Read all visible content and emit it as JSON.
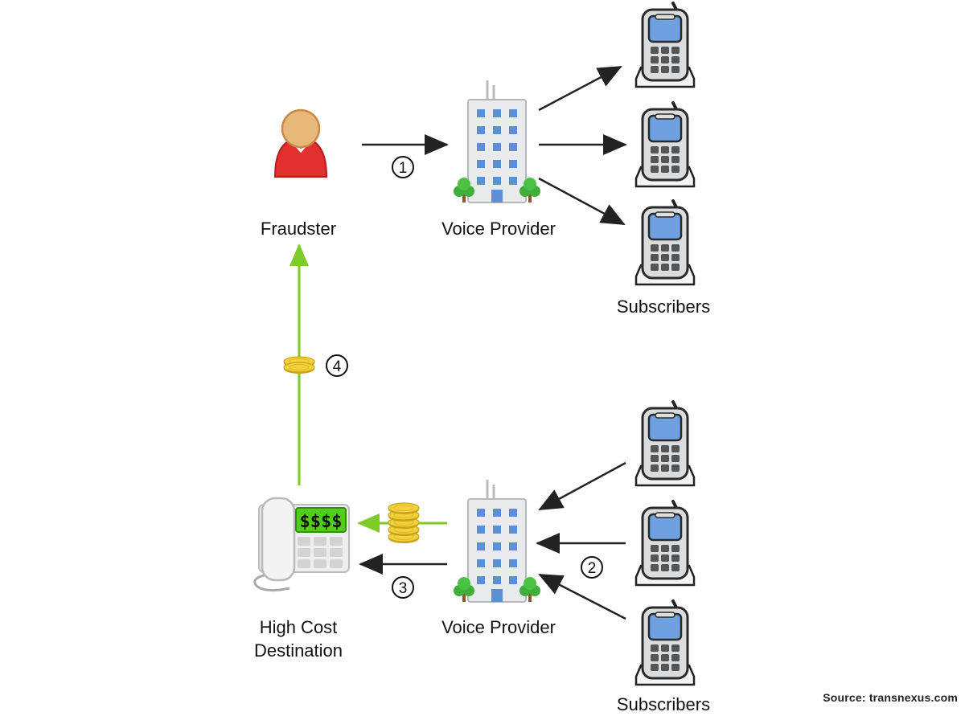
{
  "labels": {
    "fraudster": "Fraudster",
    "voice_provider_top": "Voice Provider",
    "subscribers_top": "Subscribers",
    "voice_provider_bottom": "Voice Provider",
    "subscribers_bottom": "Subscribers",
    "high_cost_destination_line1": "High Cost",
    "high_cost_destination_line2": "Destination"
  },
  "steps": [
    "1",
    "2",
    "3",
    "4"
  ],
  "phone_display": "$$$$",
  "source": "Source: transnexus.com",
  "colors": {
    "call_arrow": "#222222",
    "money_arrow": "#7dcb2a",
    "fraudster_body": "#e23030",
    "fraudster_head": "#e8b77a",
    "building_window": "#5b8fd6",
    "phone_screen": "#6fa0e0",
    "coin": "#f2d23a",
    "lcd_screen": "#4fcf1a"
  }
}
